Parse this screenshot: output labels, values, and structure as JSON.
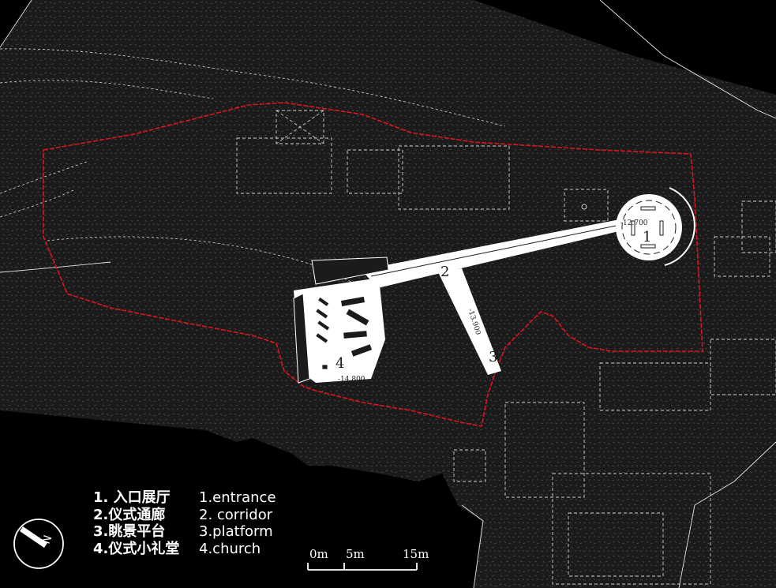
{
  "plan_labels": {
    "n1": "1",
    "n2": "2",
    "n3": "3",
    "n4": "4",
    "elev_entrance": "-12.700",
    "elev_corridor": "-13.900",
    "elev_church": "-14.800"
  },
  "legend": {
    "chinese": [
      "1. 入口展厅",
      "2.仪式通廊",
      "3.眺景平台",
      "4.仪式小礼堂"
    ],
    "english": [
      "1.entrance",
      "2. corridor",
      "3.platform",
      "4.church"
    ]
  },
  "scale_bar": {
    "labels": [
      "0m",
      "5m",
      "15m"
    ]
  },
  "north_arrow": {
    "symbol": "N"
  },
  "colors": {
    "background": "#000000",
    "terrain": "#1c1c1c",
    "boundary": "#e0141e",
    "built": "#ffffff"
  }
}
